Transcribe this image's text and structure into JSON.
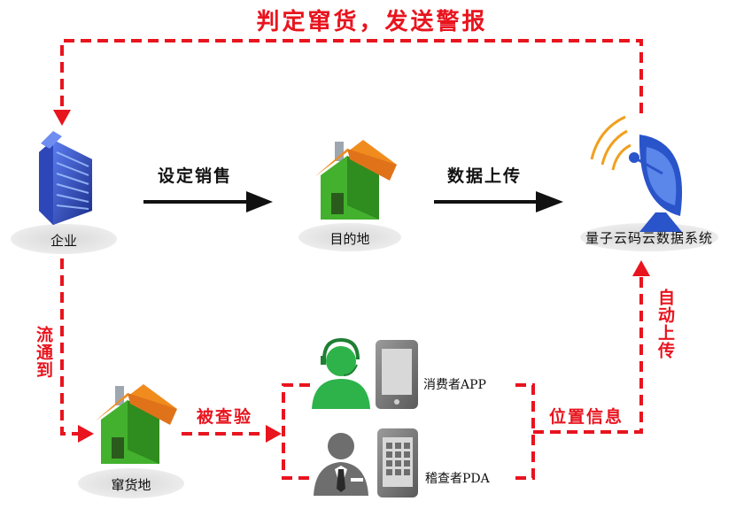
{
  "title": "判定窜货，发送警报",
  "nodes": {
    "enterprise": "企业",
    "destination": "目的地",
    "system": "量子云码云数据系统",
    "diversion_site": "窜货地",
    "consumer_app": "消费者APP",
    "inspector_pda": "稽查者PDA"
  },
  "edges": {
    "set_sales": "设定销售",
    "data_upload": "数据上传",
    "flow_to": "流通到",
    "inspected": "被查验",
    "location_info": "位置信息",
    "auto_upload": "自动上传"
  },
  "colors": {
    "red": "#e8141e",
    "black": "#111111",
    "roof": "#f08c1e",
    "wall": "#43b12e",
    "building": "#3a4fc4",
    "person_green": "#2db34a",
    "person_gray": "#6e6e6e",
    "satellite": "#2a54c9",
    "signal": "#f0a020"
  }
}
